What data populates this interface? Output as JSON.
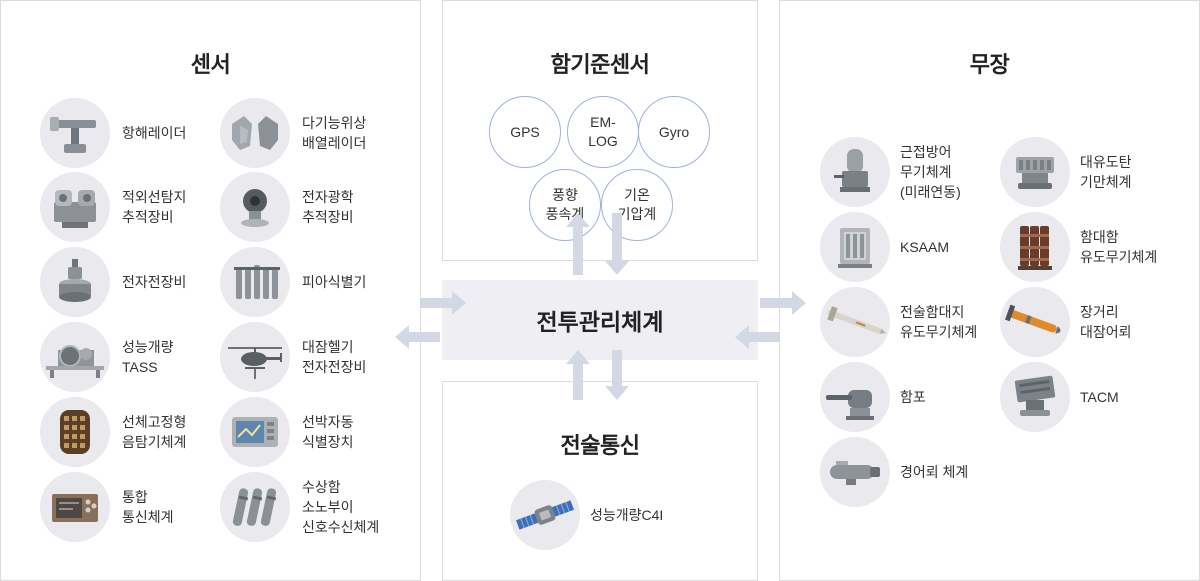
{
  "colors": {
    "panel_border": "#dcdcdc",
    "band_fill": "#eeeef3",
    "arrow_fill": "#d3d8e4",
    "icon_circle_fill": "#e9e9ee",
    "ref_circle_border": "#9fb1d9"
  },
  "sensors": {
    "title": "센서",
    "columns": [
      [
        {
          "label": "항해레이더",
          "icon": "navigation-radar-icon"
        },
        {
          "label": "적외선탐지\n추적장비",
          "icon": "infrared-tracker-icon"
        },
        {
          "label": "전자전장비",
          "icon": "ew-equipment-icon"
        },
        {
          "label": "성능개량\nTASS",
          "icon": "towed-array-icon"
        },
        {
          "label": "선체고정형\n음탐기체계",
          "icon": "hull-sonar-icon"
        },
        {
          "label": "통합\n통신체계",
          "icon": "integrated-comms-icon"
        }
      ],
      [
        {
          "label": "다기능위상\n배열레이더",
          "icon": "phased-array-radar-icon"
        },
        {
          "label": "전자광학\n추적장비",
          "icon": "eo-tracker-icon"
        },
        {
          "label": "피아식별기",
          "icon": "iff-icon"
        },
        {
          "label": "대잠헬기\n전자전장비",
          "icon": "helicopter-icon"
        },
        {
          "label": "선박자동\n식별장치",
          "icon": "ais-icon"
        },
        {
          "label": "수상함\n소노부이\n신호수신체계",
          "icon": "sonobuoy-receiver-icon"
        }
      ]
    ]
  },
  "ship_sensors": {
    "title": "함기준센서",
    "items": [
      {
        "label": "GPS"
      },
      {
        "label": "EM-\nLOG"
      },
      {
        "label": "Gyro"
      },
      {
        "label": "풍향\n풍속계"
      },
      {
        "label": "기온\n기압계"
      }
    ]
  },
  "combat_management": {
    "title": "전투관리체계"
  },
  "tactical_comms": {
    "title": "전술통신",
    "items": [
      {
        "label": "성능개량C4I",
        "icon": "satellite-icon"
      }
    ]
  },
  "weapons": {
    "title": "무장",
    "columns": [
      [
        {
          "label": "근접방어\n무기체계\n(미래연동)",
          "icon": "ciws-icon"
        },
        {
          "label": "KSAAM",
          "icon": "missile-launcher-box-icon"
        },
        {
          "label": "전술함대지\n유도무기체계",
          "icon": "cruise-missile-icon"
        },
        {
          "label": "함포",
          "icon": "naval-gun-icon"
        },
        {
          "label": "경어뢰 체계",
          "icon": "light-torpedo-icon"
        }
      ],
      [
        {
          "label": "대유도탄\n기만체계",
          "icon": "decoy-launcher-icon"
        },
        {
          "label": "함대함\n유도무기체계",
          "icon": "anti-ship-missile-canister-icon"
        },
        {
          "label": "장거리\n대잠어뢰",
          "icon": "heavy-torpedo-icon"
        },
        {
          "label": "TACM",
          "icon": "tacm-launcher-icon"
        }
      ]
    ]
  }
}
